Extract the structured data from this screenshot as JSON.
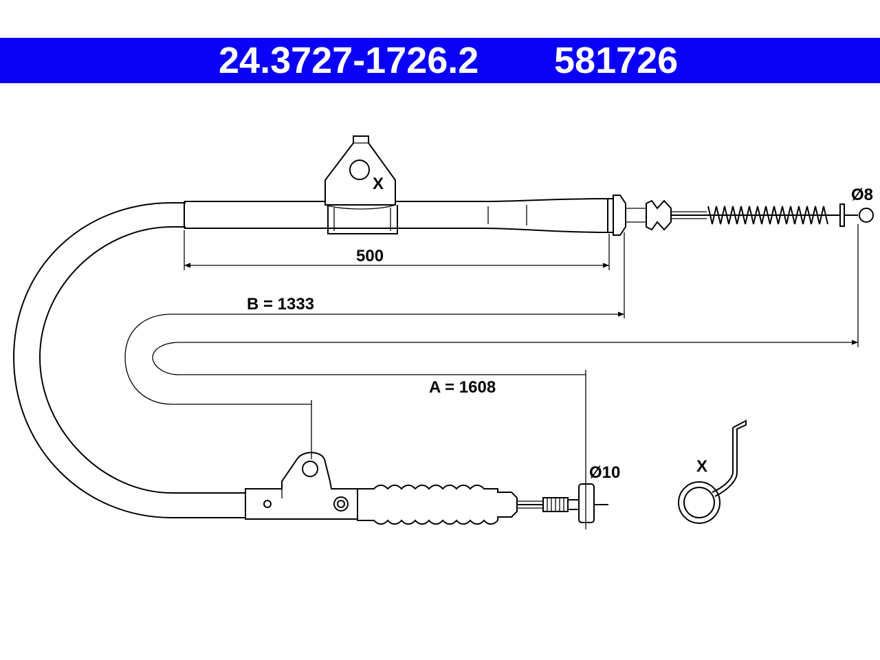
{
  "header": {
    "part_number_1": "24.3727-1726.2",
    "part_number_2": "581726",
    "background_color": "#0a00f5",
    "text_color": "#ffffff"
  },
  "dimensions": {
    "sheath_length": "500",
    "length_b": "B = 1333",
    "length_a": "A = 1608",
    "diameter_right": "Ø8",
    "diameter_bottom": "Ø10"
  },
  "bracket_marker": "X",
  "clip_marker": "X"
}
